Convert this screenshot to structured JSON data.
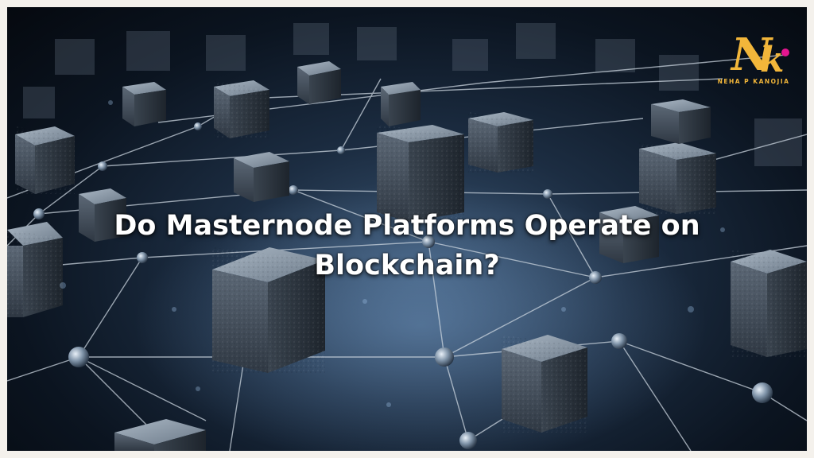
{
  "headline": {
    "line1": "Do Masternode Platforms Operate on",
    "line2": "Blockchain?"
  },
  "logo": {
    "monogram": "Nk",
    "name": "NEHA P KANOJIA",
    "gold": "#f2b63a",
    "dot": "#e4158f"
  },
  "palette": {
    "border": "#f4f1ec",
    "text": "#ffffff",
    "cube": "#5f6c7a",
    "line": "#c9d3dd"
  }
}
